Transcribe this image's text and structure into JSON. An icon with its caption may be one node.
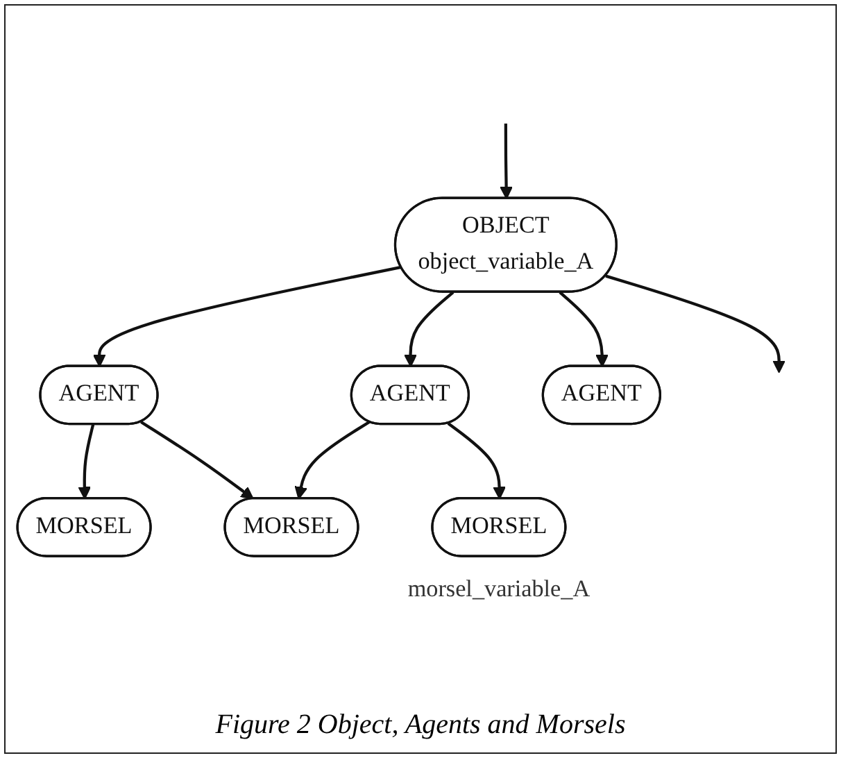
{
  "diagram": {
    "caption": "Figure 2 Object, Agents and Morsels",
    "nodes": [
      {
        "text": [
          "OBJECT",
          "object_variable_A"
        ]
      },
      {
        "text": [
          "AGENT"
        ]
      },
      {
        "text": [
          "AGENT"
        ]
      },
      {
        "text": [
          "AGENT"
        ]
      },
      {
        "text": [
          "MORSEL"
        ]
      },
      {
        "text": [
          "MORSEL"
        ]
      },
      {
        "text": [
          "MORSEL"
        ],
        "beside": [
          "morsel_variable_A"
        ]
      }
    ],
    "edges": [
      {
        "from": null,
        "to": 0,
        "arrow": "to"
      },
      {
        "from": 0,
        "to": null,
        "arrow": "to"
      },
      {
        "from": 0,
        "to": 1,
        "arrow": "to"
      },
      {
        "from": 0,
        "to": 2,
        "arrow": "to"
      },
      {
        "from": 0,
        "to": 3,
        "arrow": "to"
      },
      {
        "from": 1,
        "to": 4,
        "arrow": "to"
      },
      {
        "from": 1,
        "to": 5,
        "arrow": "to"
      },
      {
        "from": 2,
        "to": 5,
        "arrow": "to"
      },
      {
        "from": 2,
        "to": 6,
        "arrow": "to"
      }
    ]
  }
}
